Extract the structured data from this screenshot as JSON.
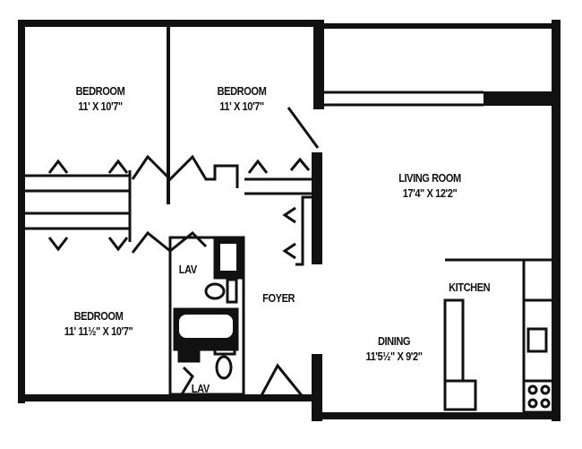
{
  "rooms": [
    {
      "name": "BEDROOM",
      "dims": "11' X 10'7\""
    },
    {
      "name": "BEDROOM",
      "dims": "11' X 10'7\""
    },
    {
      "name": "LIVING ROOM",
      "dims": "17'4\" X 12'2\""
    },
    {
      "name": "BEDROOM",
      "dims": "11' 11½\" X 10'7\""
    },
    {
      "name": "DINING",
      "dims": "11'5½\" X 9'2\""
    }
  ],
  "labels": {
    "lav_top": "LAV",
    "lav_bottom": "LAV",
    "foyer": "FOYER",
    "kitchen": "KITCHEN"
  },
  "colors": {
    "ink": "#111111",
    "paper": "#ffffff"
  }
}
